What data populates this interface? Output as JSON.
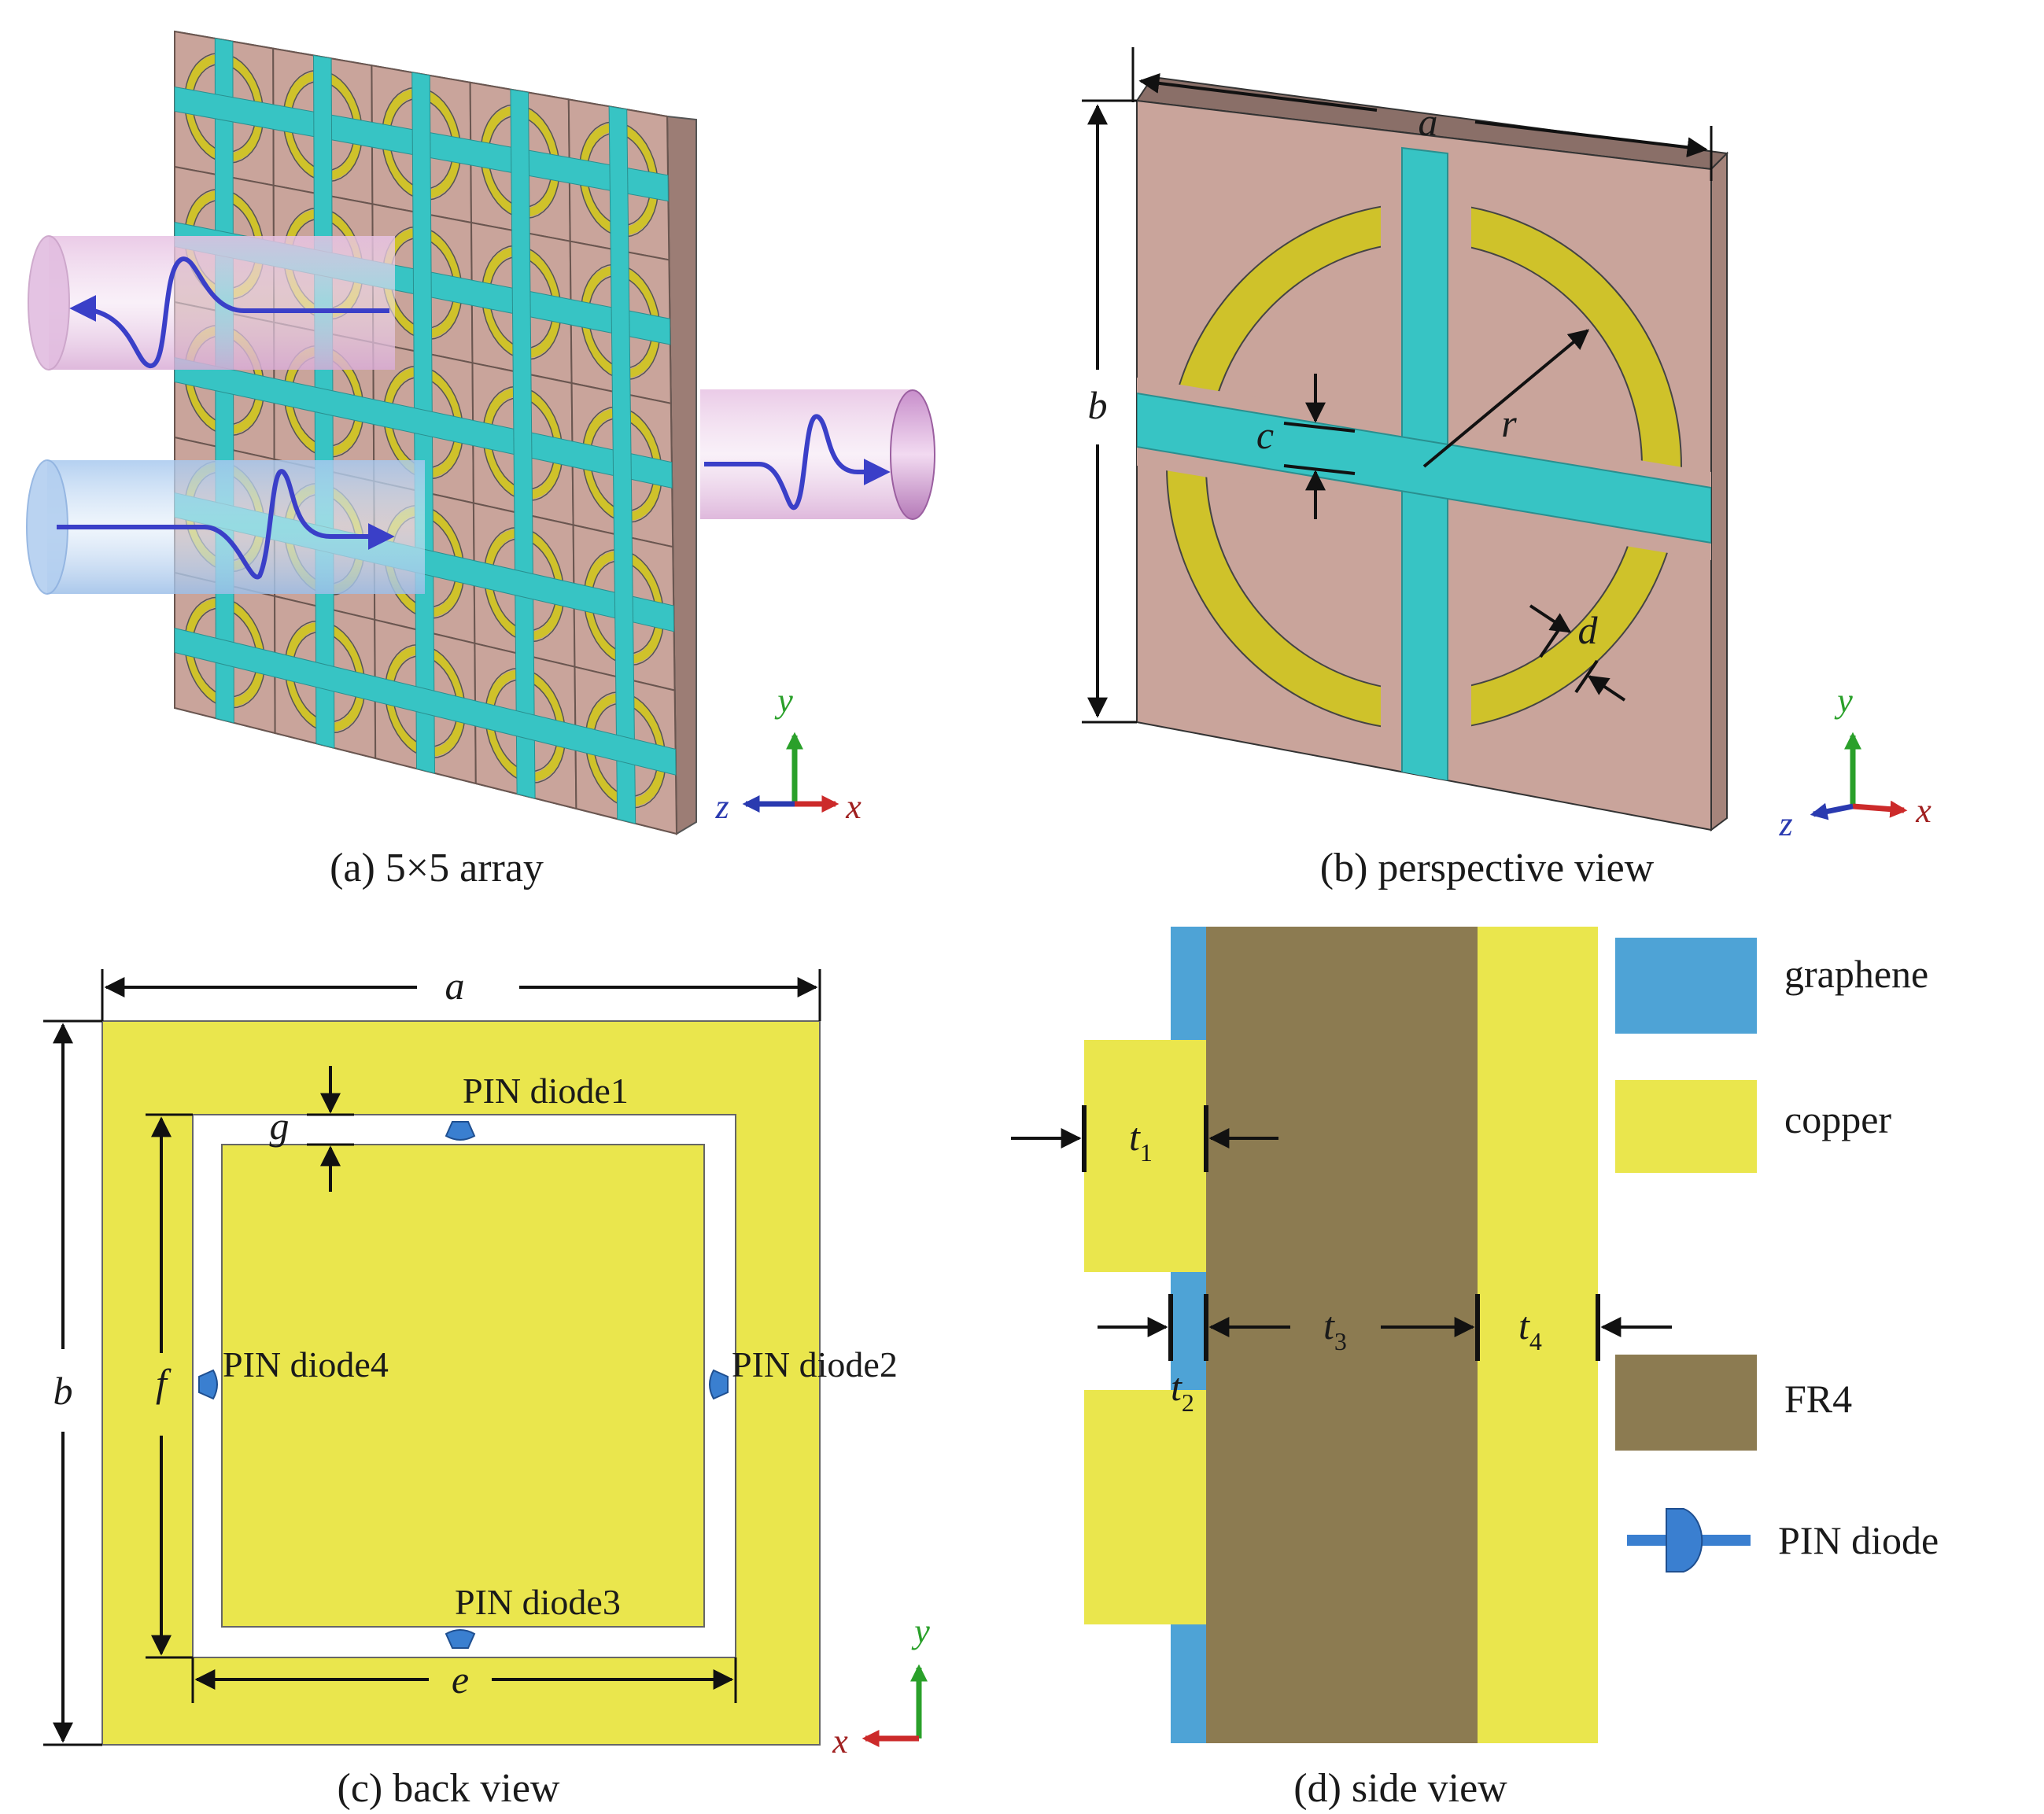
{
  "captions": {
    "a": "(a) 5×5 array",
    "b": "(b) perspective view",
    "c": "(c) back view",
    "d": "(d) side view"
  },
  "axes": {
    "x": "x",
    "y": "y",
    "z": "z"
  },
  "panel_b": {
    "a": "a",
    "b": "b",
    "c": "c",
    "d": "d",
    "r": "r"
  },
  "panel_c": {
    "a": "a",
    "b": "b",
    "e": "e",
    "f": "f",
    "g": "g",
    "diode1": "PIN diode1",
    "diode2": "PIN diode2",
    "diode3": "PIN diode3",
    "diode4": "PIN diode4"
  },
  "panel_d": {
    "t": "t",
    "t1_sub": "1",
    "t2_sub": "2",
    "t3_sub": "3",
    "t4_sub": "4",
    "legend": [
      "graphene",
      "copper",
      "FR4",
      "PIN diode"
    ]
  },
  "colors": {
    "substrate_face": "#c9a49b",
    "substrate_side": "#9c7d75",
    "ring": "#cfc22a",
    "graphene_strip": "#37c4c4",
    "copper": "#eae64d",
    "graphene": "#4ea3d6",
    "fr4": "#8c7b51",
    "diode": "#3a7fd0",
    "arrow": "#111111",
    "wave": "#3a3fc8",
    "axis_y": "#2aa02a",
    "axis_x": "#cc2a2a",
    "axis_z": "#2a3ab0"
  }
}
